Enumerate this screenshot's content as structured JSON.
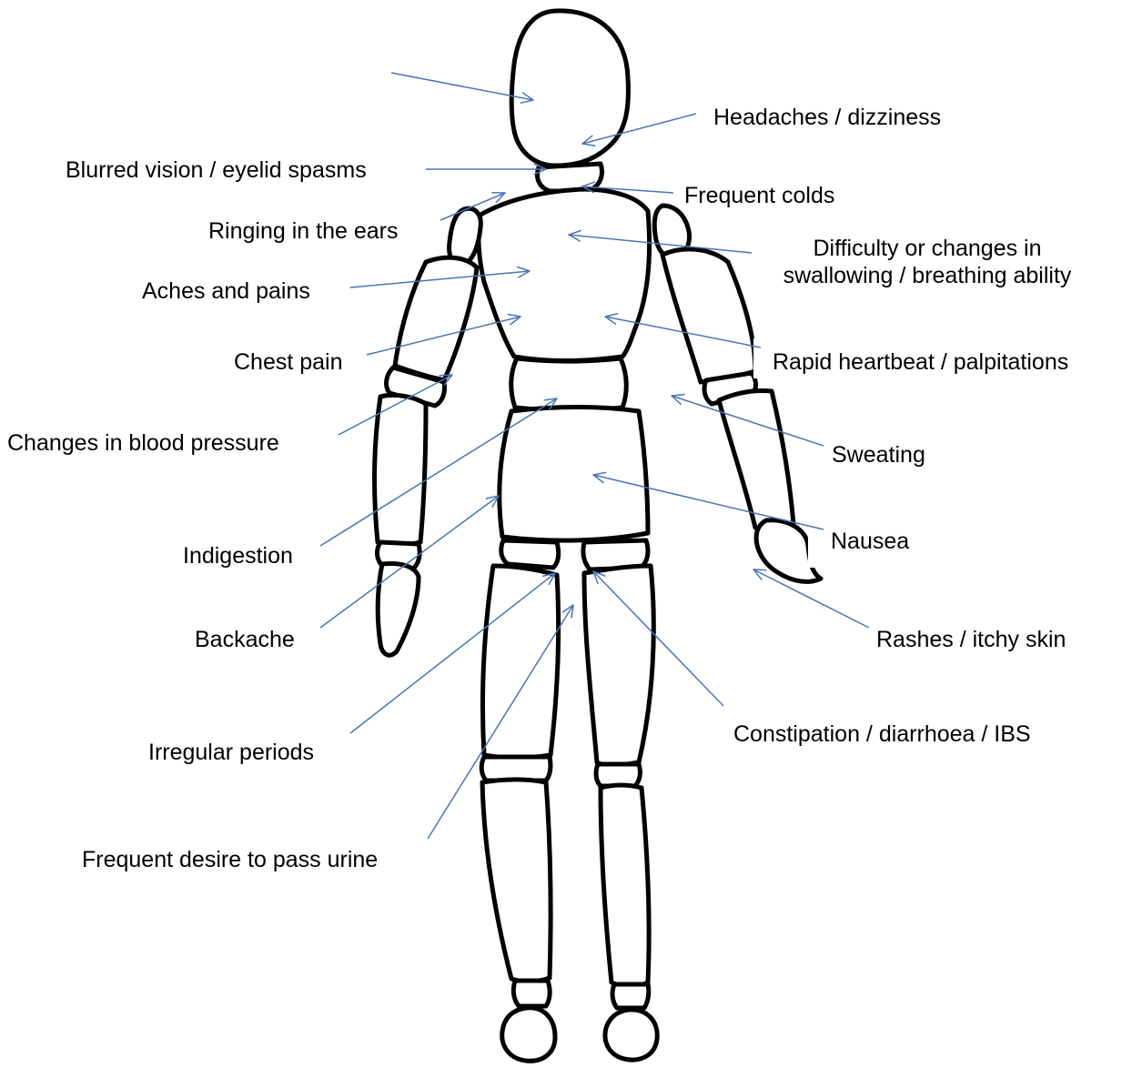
{
  "colors": {
    "arrow": "#4a76b7",
    "outline": "#000000",
    "background": "#ffffff"
  },
  "labels": {
    "headaches": "Headaches / dizziness",
    "blurred_vision": "Blurred vision / eyelid spasms",
    "frequent_colds": "Frequent colds",
    "ringing_ears": "Ringing in the ears",
    "swallowing_line1": "Difficulty or changes in",
    "swallowing_line2": "swallowing / breathing ability",
    "aches": "Aches and pains",
    "chest_pain": "Chest pain",
    "rapid_heartbeat": "Rapid heartbeat / palpitations",
    "blood_pressure": "Changes in blood pressure",
    "sweating": "Sweating",
    "indigestion": "Indigestion",
    "nausea": "Nausea",
    "backache": "Backache",
    "rashes": "Rashes / itchy skin",
    "irregular_periods": "Irregular periods",
    "constipation": "Constipation / diarrhoea / IBS",
    "frequent_urine": "Frequent desire to pass urine"
  }
}
